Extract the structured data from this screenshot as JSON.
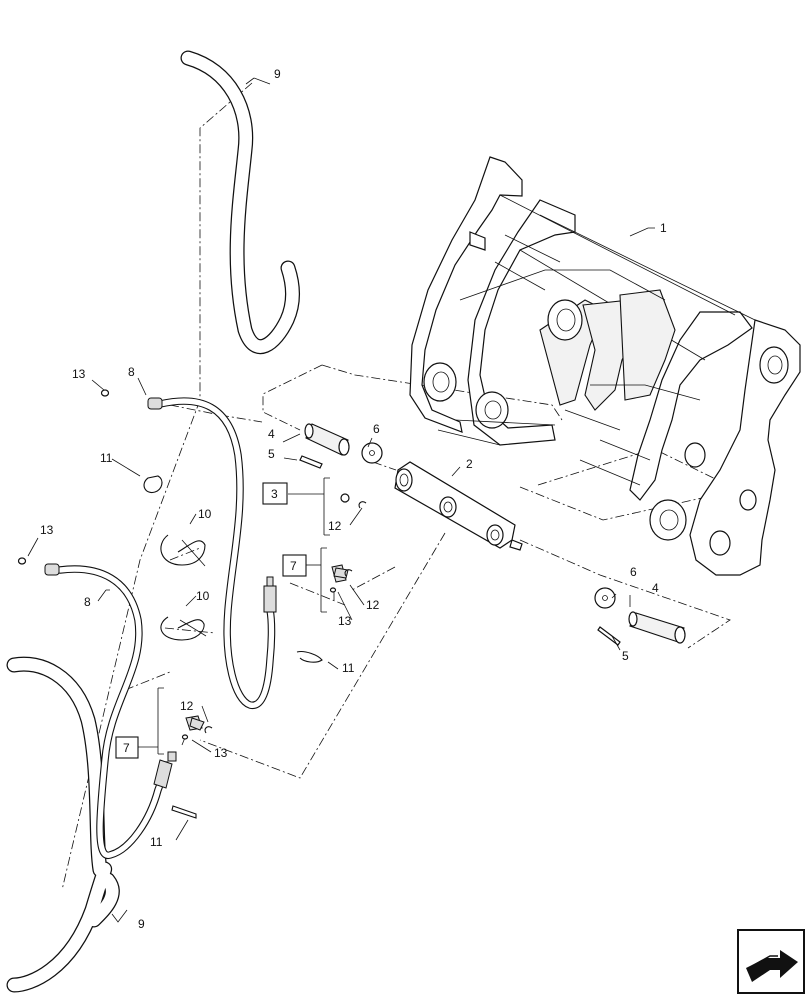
{
  "callouts": {
    "c1": "1",
    "c2": "2",
    "c3": "3",
    "c4a": "4",
    "c4b": "4",
    "c5a": "5",
    "c5b": "5",
    "c6a": "6",
    "c6b": "6",
    "c7a": "7",
    "c7b": "7",
    "c8a": "8",
    "c8b": "8",
    "c9a": "9",
    "c9b": "9",
    "c10a": "10",
    "c10b": "10",
    "c11a": "11",
    "c11b": "11",
    "c11c": "11",
    "c12a": "12",
    "c12b": "12",
    "c12c": "12",
    "c13a": "13",
    "c13b": "13",
    "c13c": "13",
    "c13d": "13"
  },
  "icons": {
    "navigation": "next-page-arrow-icon"
  },
  "colors": {
    "line": "#111111",
    "background": "#ffffff"
  }
}
